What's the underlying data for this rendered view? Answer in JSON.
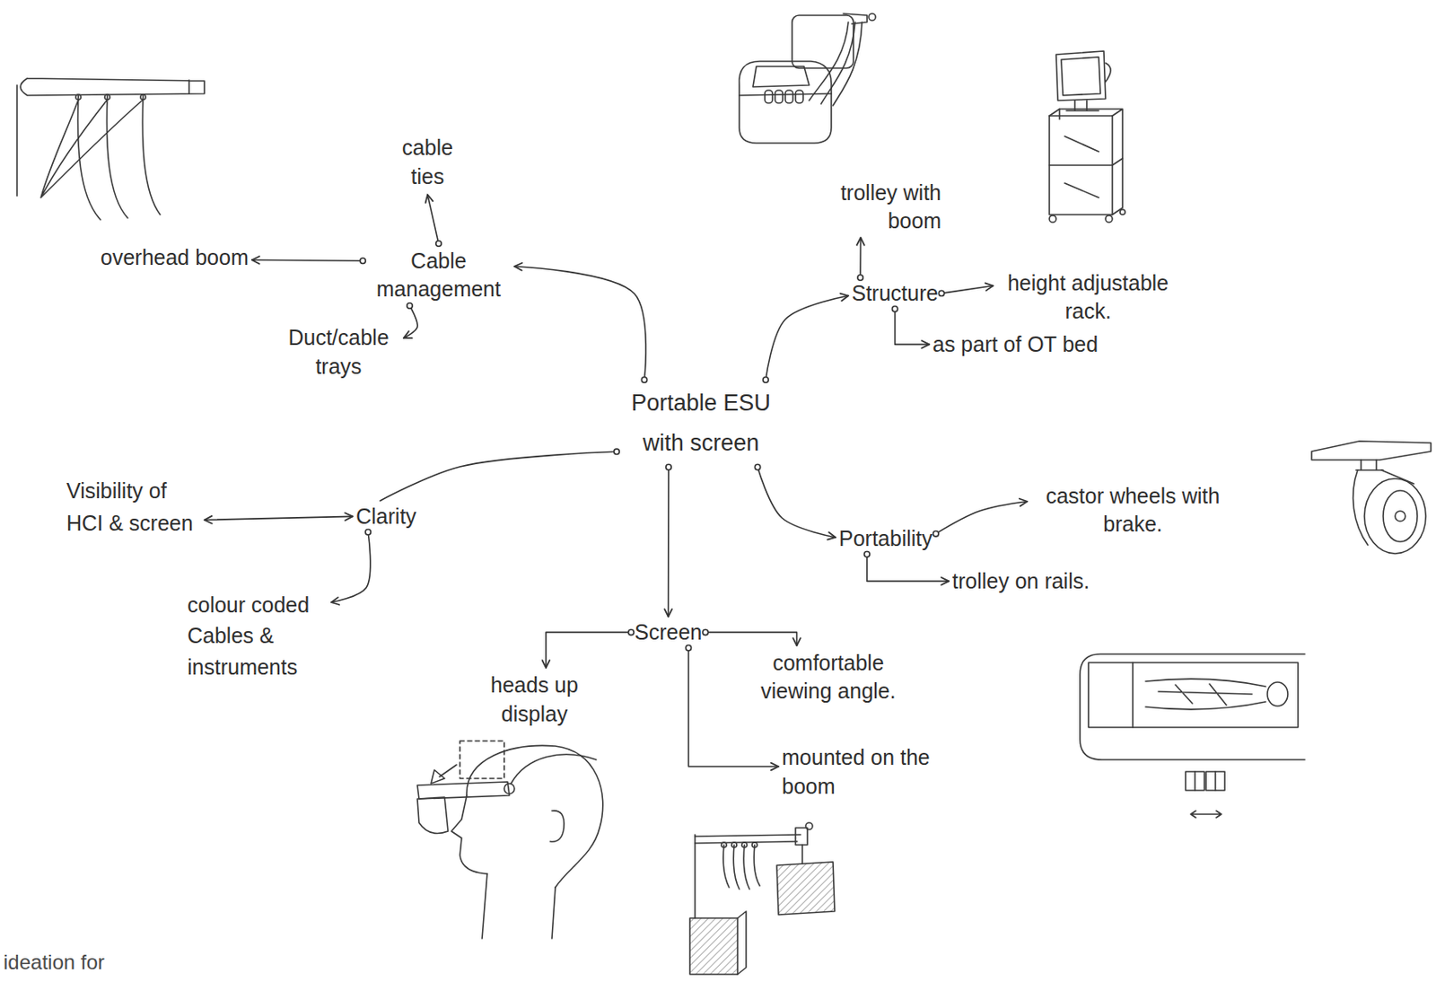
{
  "diagram": {
    "nodes": [
      {
        "text": [
          "cable ties"
        ]
      },
      {
        "text": [
          "trolley with boom"
        ]
      },
      {
        "text": [
          "overhead boom"
        ]
      },
      {
        "text": [
          "Cable management"
        ]
      },
      {
        "text": [
          "Structure"
        ]
      },
      {
        "text": [
          "height adjustable rack."
        ]
      },
      {
        "text": [
          "Duct/cable trays"
        ]
      },
      {
        "text": [
          "as part of OT bed"
        ]
      },
      {
        "text": [
          "Portable ESU with screen"
        ]
      },
      {
        "text": [
          "Visibility of HCI & screen"
        ]
      },
      {
        "text": [
          "Clarity"
        ]
      },
      {
        "text": [
          "castor wheels with brake."
        ]
      },
      {
        "text": [
          "Portability"
        ]
      },
      {
        "text": [
          "trolley on rails."
        ]
      },
      {
        "text": [
          "colour coded Cables & instruments"
        ]
      },
      {
        "text": [
          "Screen"
        ]
      },
      {
        "text": [
          "heads up display"
        ]
      },
      {
        "text": [
          "comfortable viewing angle."
        ]
      },
      {
        "text": [
          "mounted on the boom"
        ]
      }
    ],
    "edges": [
      {
        "from": 8,
        "to": 3,
        "arrow": "to"
      },
      {
        "from": 3,
        "to": 0,
        "arrow": "to"
      },
      {
        "from": 3,
        "to": 2,
        "arrow": "to"
      },
      {
        "from": 3,
        "to": 6,
        "arrow": "to"
      },
      {
        "from": 8,
        "to": 4,
        "arrow": "to"
      },
      {
        "from": 4,
        "to": 1,
        "arrow": "to"
      },
      {
        "from": 4,
        "to": 5,
        "arrow": "to"
      },
      {
        "from": 4,
        "to": 7,
        "arrow": "to"
      },
      {
        "from": 8,
        "to": 10,
        "arrow": "none"
      },
      {
        "from": 10,
        "to": 9,
        "arrow": "both"
      },
      {
        "from": 10,
        "to": 14,
        "arrow": "to"
      },
      {
        "from": 8,
        "to": 15,
        "arrow": "to"
      },
      {
        "from": 8,
        "to": 12,
        "arrow": "to"
      },
      {
        "from": 12,
        "to": 11,
        "arrow": "to"
      },
      {
        "from": 12,
        "to": 13,
        "arrow": "to"
      },
      {
        "from": 15,
        "to": 16,
        "arrow": "to"
      },
      {
        "from": 15,
        "to": 17,
        "arrow": "to"
      },
      {
        "from": 15,
        "to": 18,
        "arrow": "to"
      }
    ],
    "labels": [
      "ideation for"
    ]
  }
}
